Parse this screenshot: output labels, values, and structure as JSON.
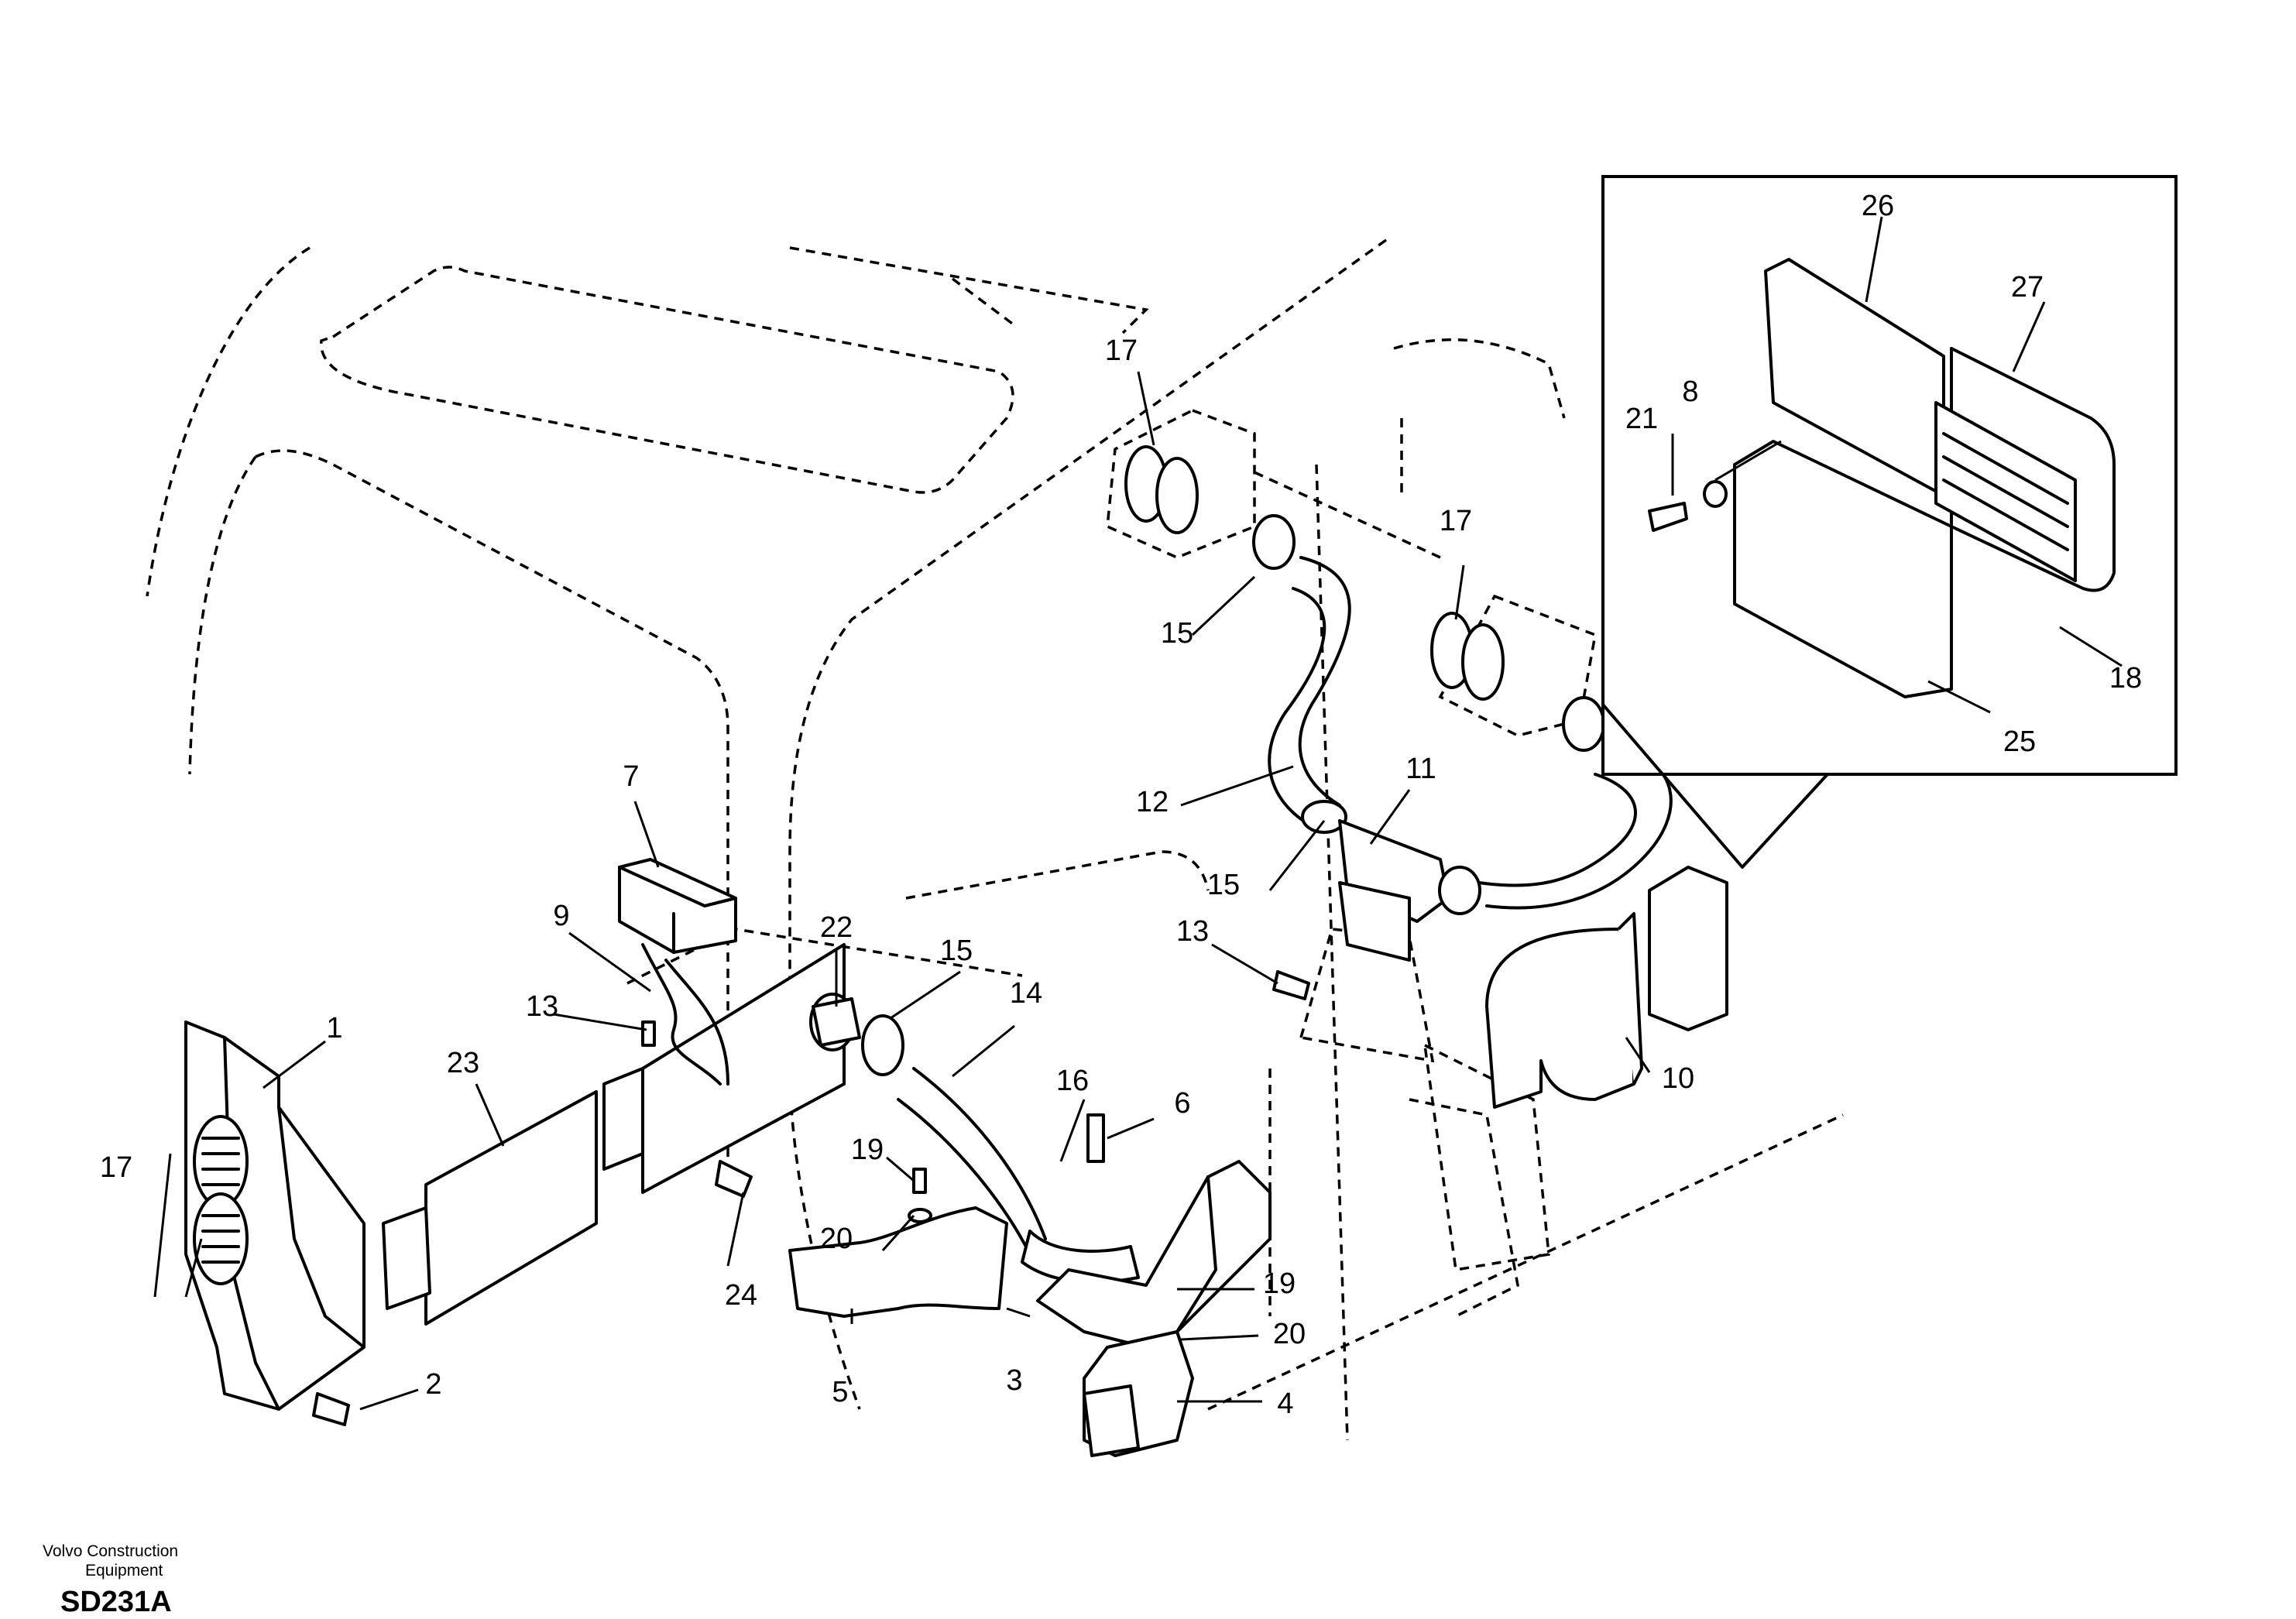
{
  "diagram": {
    "type": "exploded parts diagram",
    "callouts": {
      "c1": "1",
      "c2": "2",
      "c3": "3",
      "c4": "4",
      "c5": "5",
      "c6": "6",
      "c7": "7",
      "c8": "8",
      "c9": "9",
      "c10": "10",
      "c11": "11",
      "c12": "12",
      "c13a": "13",
      "c13b": "13",
      "c14": "14",
      "c15a": "15",
      "c15b": "15",
      "c15c": "15",
      "c16": "16",
      "c17a": "17",
      "c17b": "17",
      "c17c": "17",
      "c18": "18",
      "c19a": "19",
      "c19b": "19",
      "c20a": "20",
      "c20b": "20",
      "c21": "21",
      "c22": "22",
      "c23": "23",
      "c24": "24",
      "c25": "25",
      "c26": "26",
      "c27": "27"
    }
  },
  "footer": {
    "brand_line1": "Volvo Construction",
    "brand_line2": "Equipment",
    "drawing_code": "SD231A"
  }
}
